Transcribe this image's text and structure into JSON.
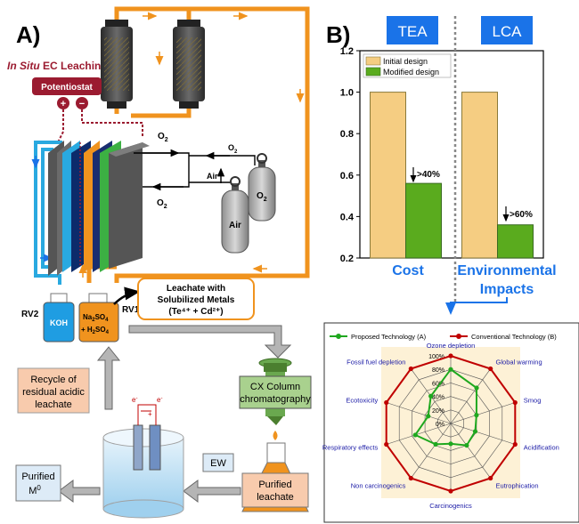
{
  "panel_a": {
    "label": "A)",
    "title_italic": "In Situ",
    "title_rest": " EC Leaching",
    "potentiostat": "Potentiostat",
    "plus": "+",
    "minus": "−",
    "o2": "O",
    "o2_sub": "2",
    "air": "Air",
    "rv2": "RV2",
    "rv1": "RV1",
    "koh": "KOH",
    "na2so4_line1": "Na",
    "na2so4_sub1": "2",
    "na2so4_mid": "SO",
    "na2so4_sub2": "4",
    "h2so4_line2": "+ H",
    "h2so4_sub1": "2",
    "h2so4_mid": "SO",
    "h2so4_sub2": "4",
    "leachate_line1": "Leachate with",
    "leachate_line2": "Solubilized Metals",
    "leachate_line3": "(Te⁴⁺ + Cd²⁺)",
    "recycle_line1": "Recycle of",
    "recycle_line2": "residual acidic",
    "recycle_line3": "leachate",
    "cx_line1": "CX Column",
    "cx_line2": "chromatography",
    "purified_leachate_line1": "Purified",
    "purified_leachate_line2": "leachate",
    "ew": "EW",
    "purified_m_line1": "Purified",
    "purified_m_line2": "M",
    "purified_m_sup": "0",
    "electron": "e",
    "electron_sup": "-",
    "cell_plus": "+"
  },
  "panel_b": {
    "label": "B)",
    "tea": "TEA",
    "lca": "LCA",
    "annot_cost": ">40%",
    "annot_env": ">60%",
    "cost_label": "Cost",
    "env_label_line1": "Environmental",
    "env_label_line2": "Impacts"
  },
  "colors": {
    "orange": "#f0931e",
    "blue": "#29a9e0",
    "initial": "#f5cd82",
    "modified": "#5aab1e",
    "tag_blue": "#1a73e8",
    "dark_red": "#9b1b30",
    "salmon": "#f8cbad",
    "green_box": "#a9d18e",
    "radar_green": "#1fa81f",
    "radar_red": "#c00000"
  },
  "chart_data": [
    {
      "type": "bar",
      "categories": [
        "Cost",
        "Environmental Impacts"
      ],
      "series": [
        {
          "name": "Initial design",
          "values": [
            1.0,
            1.0
          ]
        },
        {
          "name": "Modified design",
          "values": [
            0.56,
            0.36
          ]
        }
      ],
      "ylim": [
        0.2,
        1.2
      ],
      "yticks": [
        "0.2",
        "0.4",
        "0.6",
        "0.8",
        "1.0",
        "1.2"
      ],
      "legend": "top-left",
      "annotations": [
        ">40%",
        ">60%"
      ]
    },
    {
      "type": "radar",
      "axes": [
        "Ozone depletion",
        "Global warming",
        "Smog",
        "Acidification",
        "Eutrophication",
        "Carcinogenics",
        "Non carcinogenics",
        "Respiratory effects",
        "Ecotoxicity",
        "Fossil fuel depletion"
      ],
      "tick_labels": [
        "0%",
        "20%",
        "40%",
        "60%",
        "80%",
        "100%"
      ],
      "series": [
        {
          "name": "Proposed Technology (A)",
          "values": [
            80,
            65,
            40,
            38,
            40,
            30,
            38,
            55,
            35,
            50
          ]
        },
        {
          "name": "Conventional Technology (B)",
          "values": [
            100,
            100,
            100,
            100,
            100,
            100,
            100,
            100,
            100,
            100
          ]
        }
      ],
      "legend": "top"
    }
  ]
}
